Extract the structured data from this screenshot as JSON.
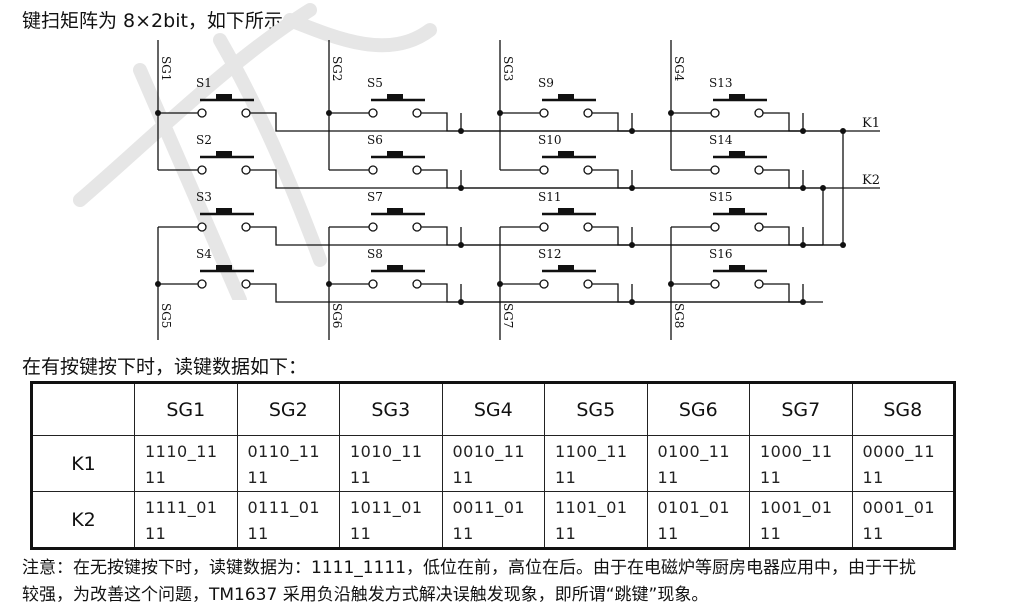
{
  "heading_matrix": "键扫矩阵为 8×2bit，如下所示：",
  "heading_read": "在有按键按下时，读键数据如下：",
  "diagram": {
    "switches": [
      "S1",
      "S2",
      "S3",
      "S4",
      "S5",
      "S6",
      "S7",
      "S8",
      "S9",
      "S10",
      "S11",
      "S12",
      "S13",
      "S14",
      "S15",
      "S16"
    ],
    "sg_top": [
      "SG1",
      "SG2",
      "SG3",
      "SG4"
    ],
    "sg_bottom": [
      "SG5",
      "SG6",
      "SG7",
      "SG8"
    ],
    "k_labels": [
      "K1",
      "K2"
    ]
  },
  "table": {
    "headers": [
      "",
      "SG1",
      "SG2",
      "SG3",
      "SG4",
      "SG5",
      "SG6",
      "SG7",
      "SG8"
    ],
    "rows": [
      {
        "key": "K1",
        "cells": [
          [
            "1110_11",
            "11"
          ],
          [
            "0110_11",
            "11"
          ],
          [
            "1010_11",
            "11"
          ],
          [
            "0010_11",
            "11"
          ],
          [
            "1100_11",
            "11"
          ],
          [
            "0100_11",
            "11"
          ],
          [
            "1000_11",
            "11"
          ],
          [
            "0000_11",
            "11"
          ]
        ]
      },
      {
        "key": "K2",
        "cells": [
          [
            "1111_01",
            "11"
          ],
          [
            "0111_01",
            "11"
          ],
          [
            "1011_01",
            "11"
          ],
          [
            "0011_01",
            "11"
          ],
          [
            "1101_01",
            "11"
          ],
          [
            "0101_01",
            "11"
          ],
          [
            "1001_01",
            "11"
          ],
          [
            "0001_01",
            "11"
          ]
        ]
      }
    ]
  },
  "note_line1": "注意：在无按键按下时，读键数据为：1111_1111，低位在前，高位在后。由于在电磁炉等厨房电器应用中，由于干扰",
  "note_line2": "较强，为改善这个问题，TM1637 采用负沿触发方式解决误触发现象，即所谓“跳键”现象。"
}
